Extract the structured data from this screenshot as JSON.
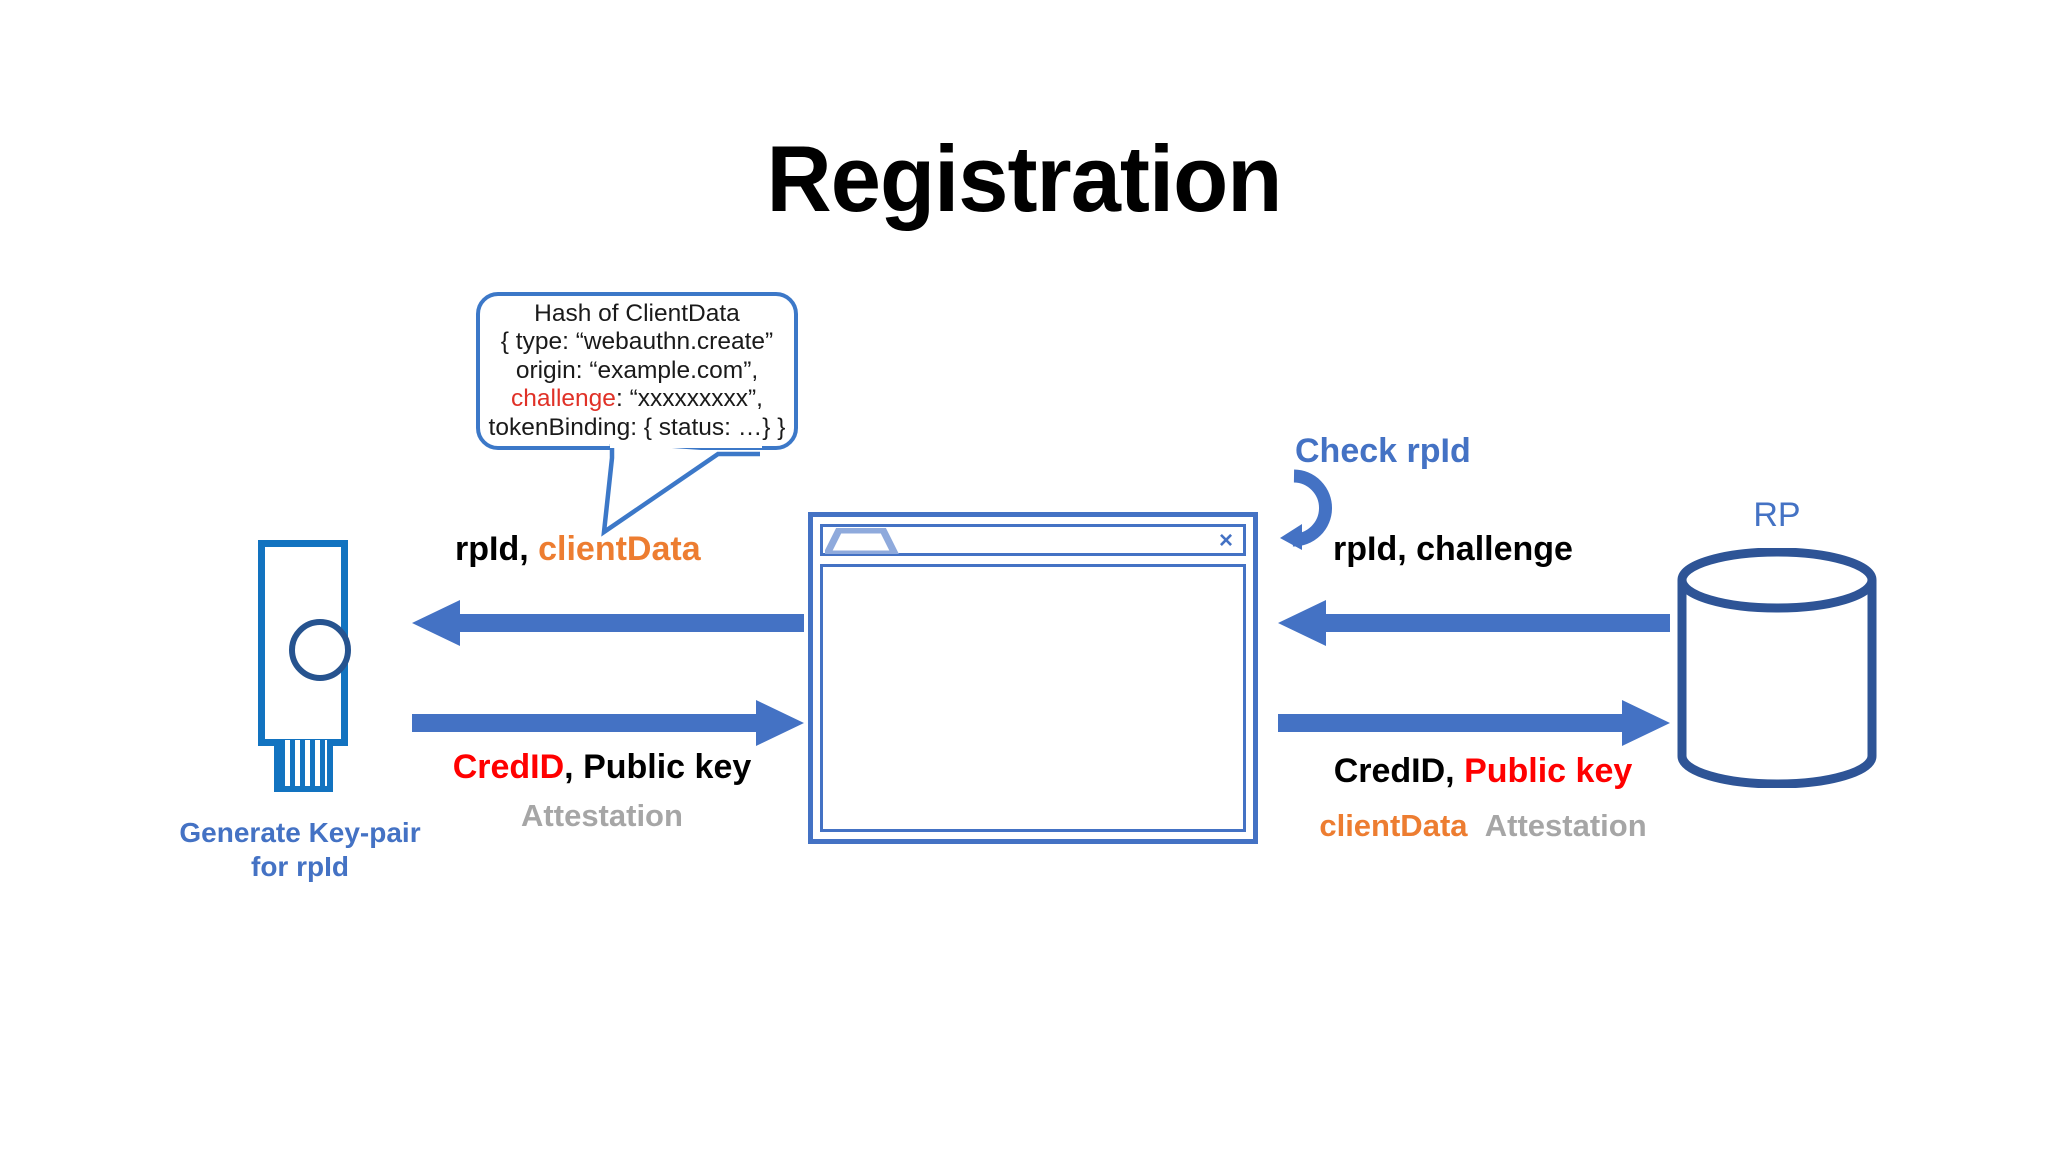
{
  "title": "Registration",
  "callout": {
    "name": "client-data-callout",
    "lines": [
      {
        "text": "Hash of ClientData"
      },
      {
        "text": "{ type: “webauthn.create”"
      },
      {
        "text": "origin: “example.com”,"
      },
      {
        "key": "challenge",
        "sep": ": ",
        "value": "“xxxxxxxxx”,"
      },
      {
        "text": "tokenBinding: { status: …} }"
      }
    ]
  },
  "authenticator": {
    "label_line1": "Generate Key-pair",
    "label_line2": "for rpId",
    "icon": "security-key-icon"
  },
  "browser": {
    "close_label": "×",
    "tab_icon": "browser-tab-icon"
  },
  "relying_party": {
    "label": "RP",
    "icon": "database-cylinder-icon"
  },
  "check": {
    "label": "Check rpId",
    "icon": "refresh-circular-arrow-icon"
  },
  "flows": {
    "browser_to_authenticator": {
      "part1": "rpId",
      "comma": ", ",
      "part2": "clientData"
    },
    "rp_to_browser": {
      "text": "rpId, challenge"
    },
    "authenticator_to_browser": {
      "part1": "CredID",
      "comma": ", ",
      "part2": "Public key",
      "part3": "Attestation"
    },
    "browser_to_rp": {
      "part1": "CredID",
      "comma": ", ",
      "part2": "Public key",
      "part3": "clientData",
      "part4": "Attestation"
    }
  },
  "colors": {
    "arrow_blue": "#4472C4",
    "callout_border": "#3C78C8",
    "token_blue": "#1273C0",
    "token_dark_blue": "#26538F",
    "rp_blue": "#2E5496",
    "label_blue": "#4472C4",
    "orange": "#ED7D31",
    "red": "#FF0000",
    "callout_red": "#E03127",
    "gray": "#A6A6A6",
    "black": "#000000",
    "background": "#FFFFFF"
  }
}
